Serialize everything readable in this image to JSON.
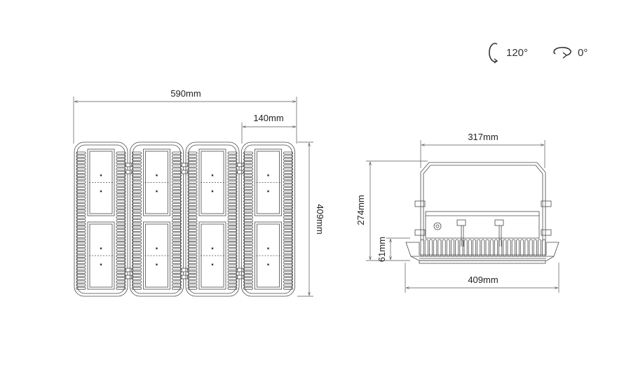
{
  "rotation": {
    "tilt_angle": "120°",
    "tilt_icon": "tilt-arc-icon",
    "rotate_angle": "0°",
    "rotate_icon": "rotate-arrow-icon"
  },
  "front_view": {
    "width_label": "590mm",
    "module_width_label": "140mm",
    "height_label": "409mm",
    "module_count": 4
  },
  "side_view": {
    "bracket_width_label": "317mm",
    "total_height_label": "274mm",
    "body_height_label": "61mm",
    "body_width_label": "409mm"
  },
  "colors": {
    "line": "#4a4a4a",
    "text": "#222222"
  }
}
